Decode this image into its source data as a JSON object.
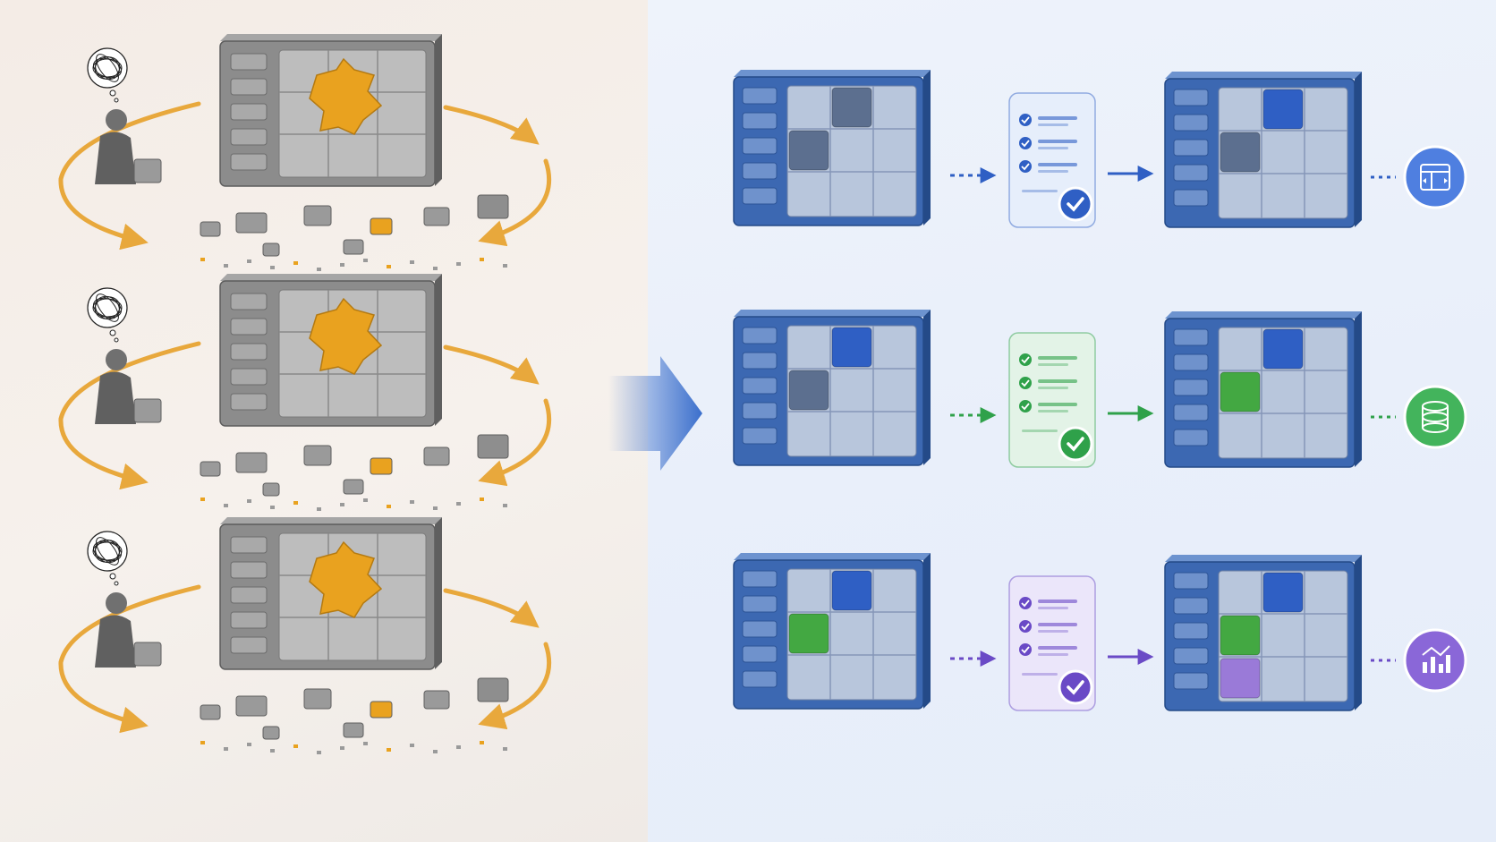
{
  "rows": [
    {
      "id": "row-1",
      "theme": "blue",
      "accent": "#2f5fc4",
      "target_icon": "api-panel-icon"
    },
    {
      "id": "row-2",
      "theme": "green",
      "accent": "#2fa14a",
      "target_icon": "database-icon"
    },
    {
      "id": "row-3",
      "theme": "purple",
      "accent": "#6a4ac6",
      "target_icon": "analytics-chart-icon"
    }
  ],
  "colors": {
    "legacy_gray": "#8c8c8c",
    "legacy_dark": "#6e6e6e",
    "legacy_gap": "#e9a21f",
    "cycle_arrow": "#e8a83c",
    "module_blue": "#3c68b2",
    "module_piece": "#b8c6dc",
    "transition_arrow": "#3b6fcc"
  }
}
